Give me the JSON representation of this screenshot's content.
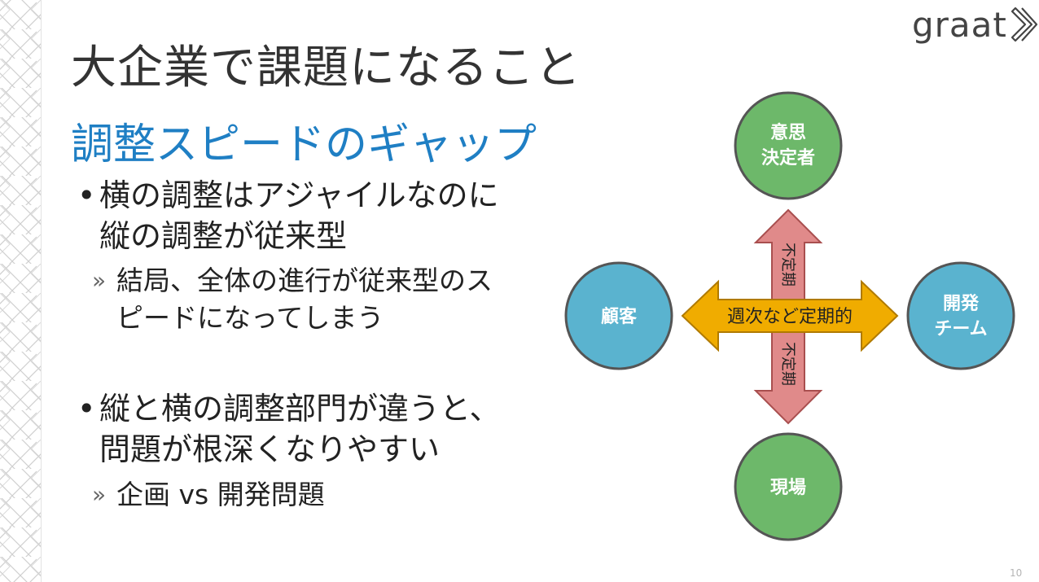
{
  "logo": {
    "text": "graat"
  },
  "slide": {
    "title": "大企業で課題になること",
    "subtitle": "調整スピードのギャップ",
    "page_number": "10"
  },
  "bullets": [
    {
      "line1": "横の調整はアジャイルなのに",
      "line2": "縦の調整が従来型",
      "sub_line1": "結局、全体の進行が従来型のス",
      "sub_line2": "ピードになってしまう"
    },
    {
      "line1": "縦と横の調整部門が違うと、",
      "line2": "問題が根深くなりやすい",
      "sub_line1": "企画 vs 開発問題"
    }
  ],
  "diagram": {
    "nodes": {
      "top": {
        "line1": "意思",
        "line2": "決定者",
        "color": "#6db86a"
      },
      "bottom": {
        "label": "現場",
        "color": "#6db86a"
      },
      "left": {
        "label": "顧客",
        "color": "#5ab3cf"
      },
      "right": {
        "line1": "開発",
        "line2": "チーム",
        "color": "#5ab3cf"
      }
    },
    "horizontal_arrow": {
      "label": "週次など定期的",
      "color": "#f0ac00"
    },
    "vertical_arrow": {
      "label_up": "不定期",
      "label_down": "不定期",
      "color": "#e08a8a"
    }
  },
  "colors": {
    "title": "#333333",
    "subtitle": "#1f7fc4",
    "node_border": "#555555"
  }
}
